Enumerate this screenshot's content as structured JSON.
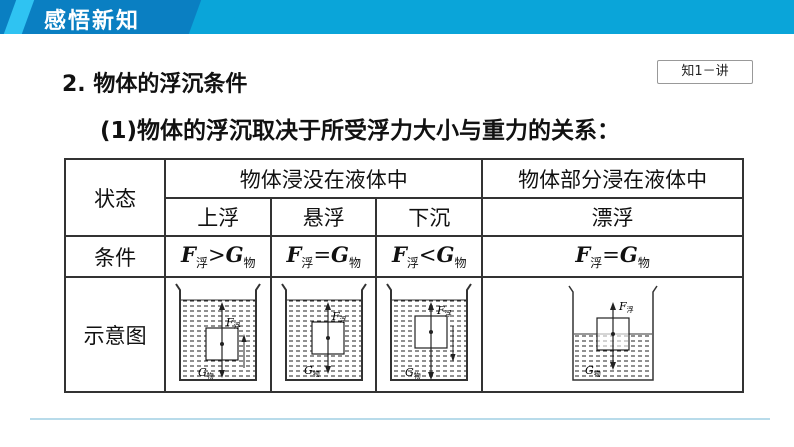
{
  "header": {
    "title": "感悟新知"
  },
  "section": {
    "title": "2. 物体的浮沉条件",
    "badge": "知1－讲"
  },
  "subtitle": "(1)物体的浮沉取决于所受浮力大小与重力的关系：",
  "table": {
    "row_header_state": "状态",
    "group_submerged": "物体浸没在液体中",
    "group_partial": "物体部分浸在液体中",
    "states": [
      "上浮",
      "悬浮",
      "下沉",
      "漂浮"
    ],
    "row_header_condition": "条件",
    "conditions": [
      {
        "F": "F",
        "Fsub": "浮",
        "op": ">",
        "G": "G",
        "Gsub": "物"
      },
      {
        "F": "F",
        "Fsub": "浮",
        "op": "=",
        "G": "G",
        "Gsub": "物"
      },
      {
        "F": "F",
        "Fsub": "浮",
        "op": "<",
        "G": "G",
        "Gsub": "物"
      },
      {
        "F": "F",
        "Fsub": "浮",
        "op": "=",
        "G": "G",
        "Gsub": "物"
      }
    ],
    "row_header_diagram": "示意图",
    "diagram_labels": {
      "F": "F",
      "Fsub": "浮",
      "G": "G",
      "Gsub": "物"
    }
  }
}
